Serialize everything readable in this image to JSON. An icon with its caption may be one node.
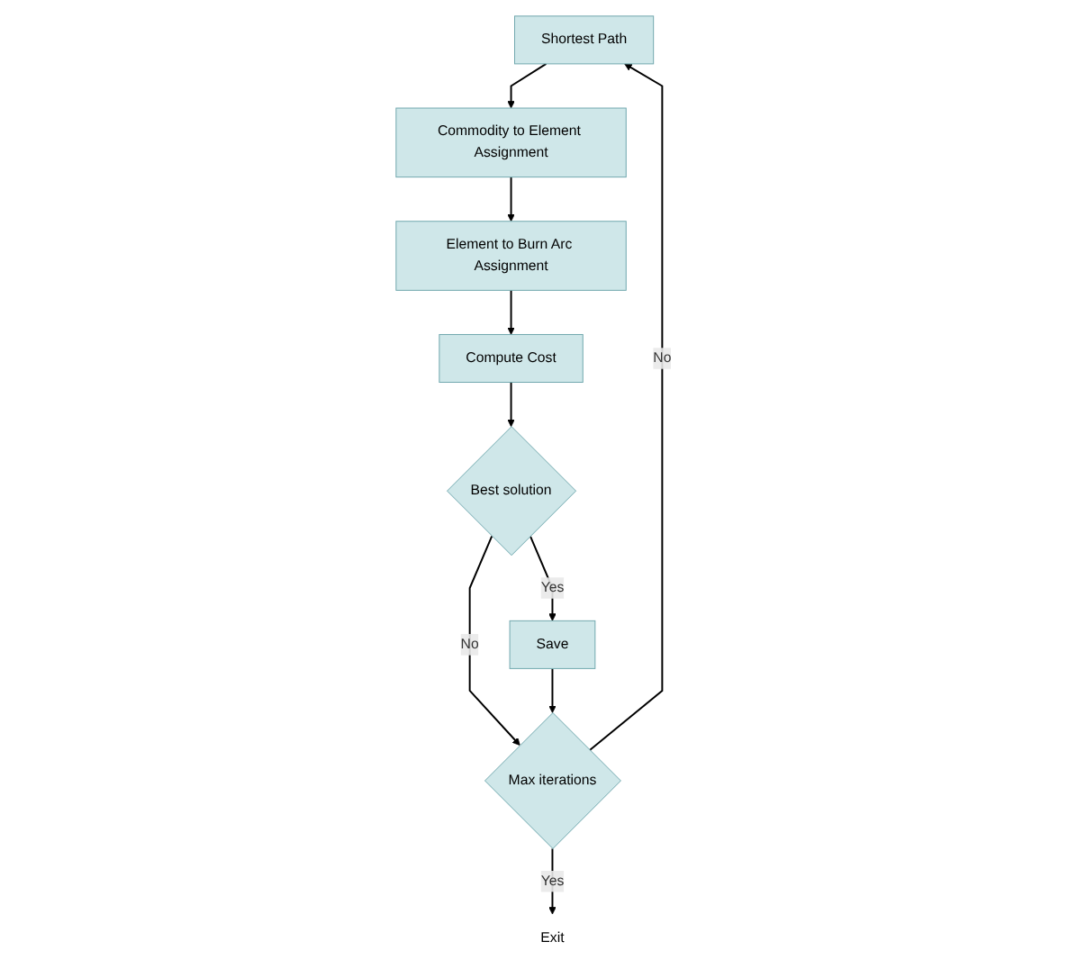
{
  "diagram": {
    "nodes": [
      {
        "text": [
          "Shortest Path"
        ]
      },
      {
        "text": [
          "Commodity to Element Assignment"
        ]
      },
      {
        "text": [
          "Element to Burn Arc Assignment"
        ]
      },
      {
        "text": [
          "Compute Cost"
        ]
      },
      {
        "text": [
          "Best solution"
        ]
      },
      {
        "text": [
          "Save"
        ]
      },
      {
        "text": [
          "Max iterations"
        ]
      },
      {
        "text": [
          "Exit"
        ]
      }
    ],
    "edges": [
      {
        "from": 0,
        "to": 1,
        "arrow": "to"
      },
      {
        "from": 1,
        "to": 2,
        "arrow": "to"
      },
      {
        "from": 2,
        "to": 3,
        "arrow": "to"
      },
      {
        "from": 3,
        "to": 4,
        "arrow": "to"
      },
      {
        "from": 4,
        "to": 5,
        "arrow": "to",
        "label": "Yes"
      },
      {
        "from": 4,
        "to": 6,
        "arrow": "to",
        "label": "No"
      },
      {
        "from": 5,
        "to": 6,
        "arrow": "to"
      },
      {
        "from": 6,
        "to": 0,
        "arrow": "to",
        "label": "No"
      },
      {
        "from": 6,
        "to": 7,
        "arrow": "to",
        "label": "Yes"
      }
    ]
  }
}
